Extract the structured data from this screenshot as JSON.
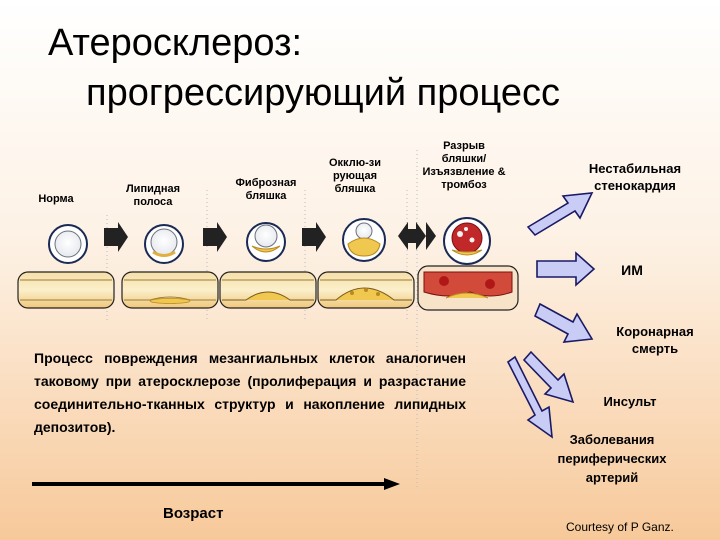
{
  "title": {
    "line1": "Атеросклероз:",
    "line2": "прогрессирующий процесс"
  },
  "stages": [
    {
      "label": "Норма"
    },
    {
      "label": "Липидная полоса"
    },
    {
      "label": "Фиброзная бляшка"
    },
    {
      "label": "Окклю-зи рующая бляшка"
    },
    {
      "label": "Разрыв бляшки/ Изъязвление & тромбоз"
    }
  ],
  "outcomes": [
    {
      "label": "Нестабильная стенокардия"
    },
    {
      "label": "ИМ"
    },
    {
      "label": "Коронарная смерть"
    },
    {
      "label": "Инсульт"
    },
    {
      "label": "Заболевания периферических артерий"
    }
  ],
  "description": "Процесс повреждения мезангиальных клеток аналогичен таковому при атеросклерозе (пролиферация и разрастание соединительно-тканных структур и накопление липидных депозитов).",
  "axis_label": "Возраст",
  "credit": "Courtesy of P Ganz.",
  "colors": {
    "arrow_fill": "#c9ccf4",
    "arrow_stroke": "#1a1a66",
    "plaque": "#f0c850",
    "thrombus": "#c0282a",
    "vessel": "#f5d99a"
  }
}
